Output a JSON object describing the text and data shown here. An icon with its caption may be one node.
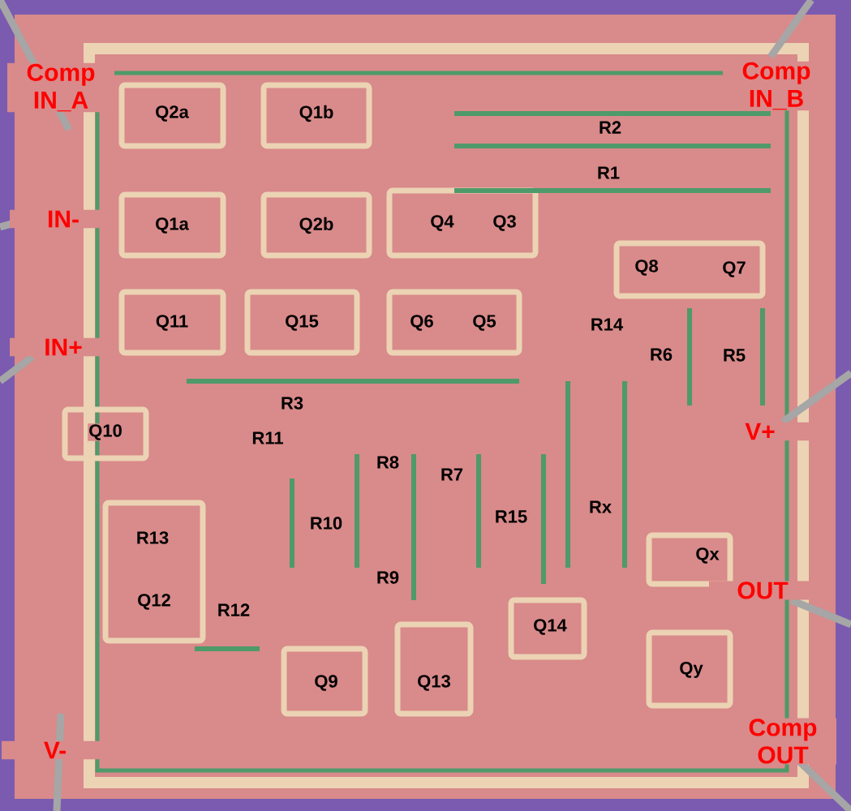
{
  "diagram": {
    "labels": [
      "Comp IN_A",
      "Comp IN_B",
      "Q2a",
      "Q1b",
      "R2",
      "R1",
      "IN-",
      "Q1a",
      "Q2b",
      "Q4",
      "Q3",
      "Q8",
      "Q7",
      "Q11",
      "Q15",
      "Q6",
      "Q5",
      "R14",
      "IN+",
      "R6",
      "R5",
      "R3",
      "Q10",
      "R11",
      "V+",
      "R8",
      "R7",
      "Rx",
      "R15",
      "R10",
      "R13",
      "Qx",
      "OUT",
      "R9",
      "Q12",
      "R12",
      "Q14",
      "Qy",
      "Q9",
      "Q13",
      "Comp OUT",
      "V-"
    ]
  }
}
